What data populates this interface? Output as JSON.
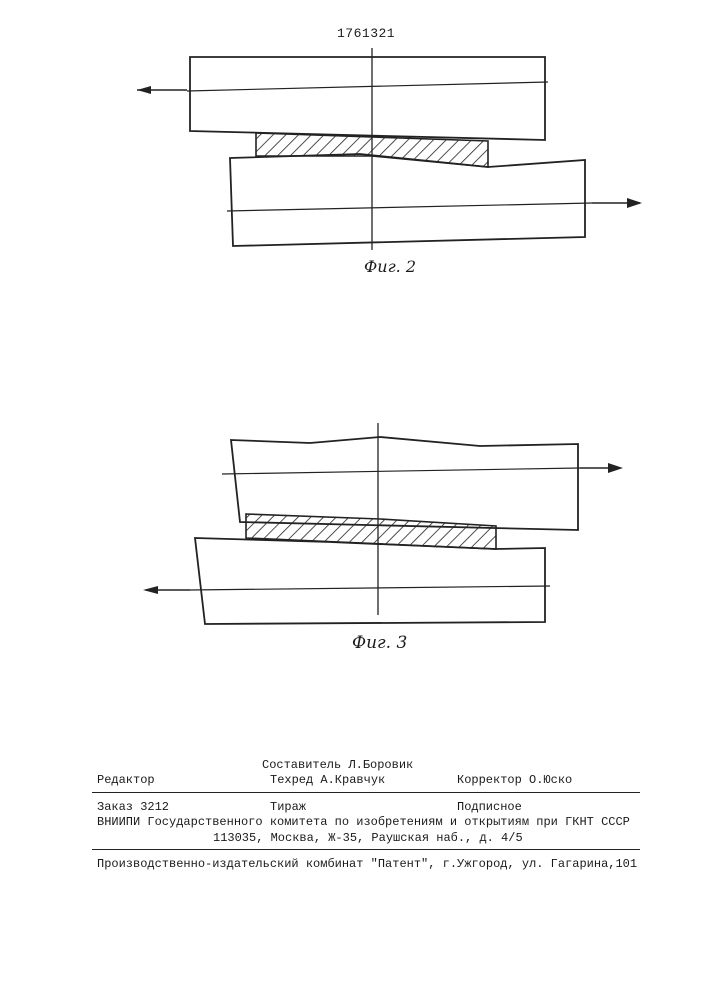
{
  "document_number": "1761321",
  "figure2": {
    "caption": "Фиг. 2"
  },
  "figure3": {
    "caption": "Фиг. 3"
  },
  "footer": {
    "editor_label": "Редактор",
    "compiler": "Составитель Л.Боровик",
    "techred": "Техред А.Кравчук",
    "corrector": "Корректор О.Юско",
    "order": "Заказ 3212",
    "circulation": "Тираж",
    "subscription": "Подписное",
    "vniipi": "ВНИИПИ Государственного комитета по изобретениям и открытиям при ГКНТ СССР",
    "address": "113035, Москва, Ж-35, Раушская наб., д. 4/5",
    "publisher": "Производственно-издательский комбинат \"Патент\", г.Ужгород, ул. Гагарина,101"
  }
}
